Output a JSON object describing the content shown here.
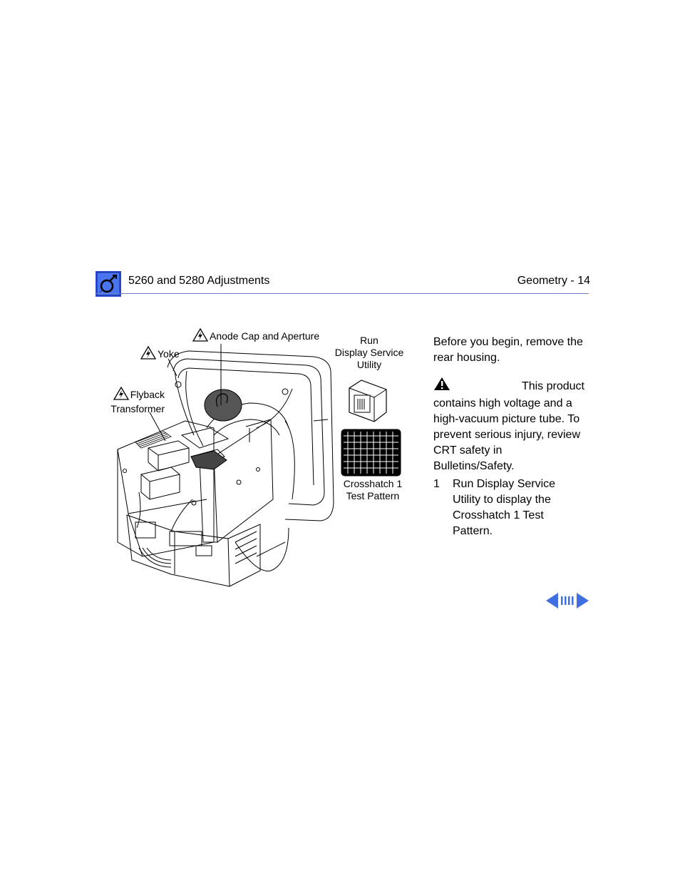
{
  "header": {
    "title": "5260 and 5280 Adjustments",
    "section": "Geometry - 14",
    "logo_icon": "apple-service-logo-icon",
    "rule_color": "#6b7fc8"
  },
  "figure": {
    "callouts": {
      "anode": "Anode Cap and Aperture",
      "yoke": "Yoke",
      "flyback_line1": "Flyback",
      "flyback_line2": "Transformer",
      "run_line1": "Run",
      "run_line2": "Display Service",
      "run_line3": "Utility",
      "pattern_line1": "Crosshatch 1",
      "pattern_line2": "Test Pattern"
    },
    "icons": [
      "high-voltage-warning-icon",
      "display-service-utility-icon",
      "crosshatch-pattern-icon",
      "monitor-chassis-illustration"
    ]
  },
  "content": {
    "intro": "Before you begin, remove the rear housing.",
    "warning_first": "This product",
    "warning_rest": "contains high voltage and a high-vacuum picture tube. To prevent serious injury, review CRT safety in Bulletins/Safety.",
    "step_number": "1",
    "step_text": "Run Display Service Utility to display the Crosshatch 1 Test Pattern."
  },
  "nav": {
    "prev_icon": "arrow-left-icon",
    "index_icon": "page-index-icon",
    "next_icon": "arrow-right-icon",
    "color": "#3f6fe0"
  }
}
